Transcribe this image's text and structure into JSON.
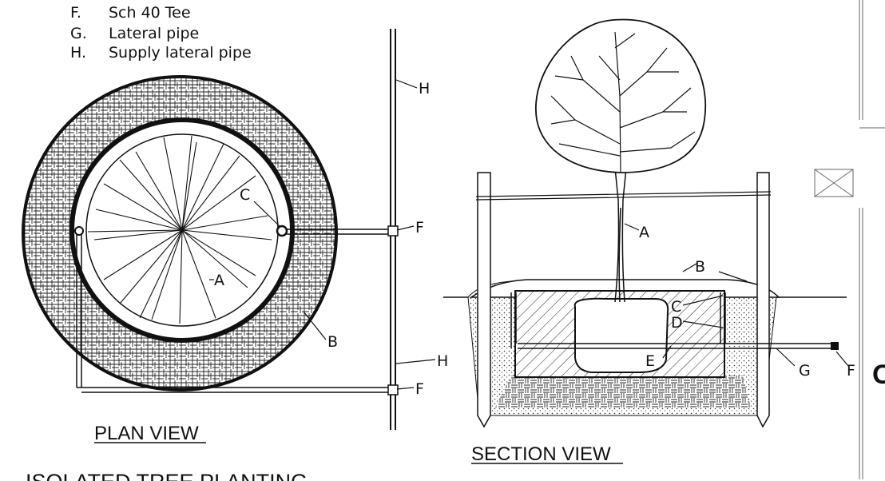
{
  "legend": [
    {
      "key": "F.",
      "text": "Sch 40 Tee"
    },
    {
      "key": "G.",
      "text": "Lateral pipe"
    },
    {
      "key": "H.",
      "text": "Supply lateral pipe"
    }
  ],
  "plan_view": {
    "title": "PLAN VIEW",
    "callouts": {
      "A": "A",
      "B": "B",
      "C": "C",
      "F1": "F",
      "F2": "F",
      "H1": "H",
      "H2": "H"
    }
  },
  "section_view": {
    "title": "SECTION VIEW",
    "callouts": {
      "A": "A",
      "B": "B",
      "C": "C",
      "D": "D",
      "E": "E",
      "F": "F",
      "G": "G"
    }
  },
  "drawing_title": "ISOLATED TREE PLANTING"
}
